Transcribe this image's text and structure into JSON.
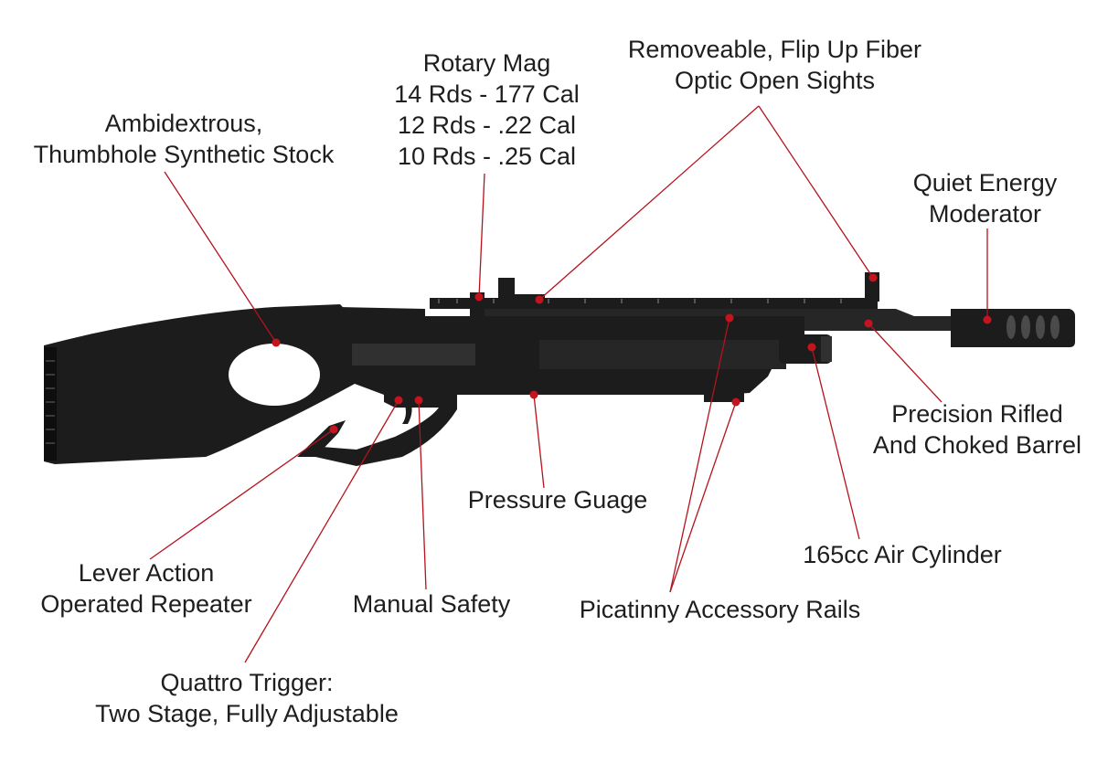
{
  "diagram": {
    "subject_icon": "air-rifle",
    "accent_color": "#c4141e",
    "labels": [
      {
        "id": "stock",
        "lines": [
          "Ambidextrous,",
          "Thumbhole Synthetic Stock"
        ]
      },
      {
        "id": "mag",
        "lines": [
          "Rotary Mag",
          "14 Rds - 177 Cal",
          "12 Rds - .22 Cal",
          "10 Rds - .25 Cal"
        ]
      },
      {
        "id": "sights",
        "lines": [
          "Removeable, Flip Up Fiber",
          "Optic Open Sights"
        ]
      },
      {
        "id": "moderator",
        "lines": [
          "Quiet Energy",
          "Moderator"
        ]
      },
      {
        "id": "barrel",
        "lines": [
          "Precision Rifled",
          "And Choked Barrel"
        ]
      },
      {
        "id": "gauge",
        "lines": [
          "Pressure Guage"
        ]
      },
      {
        "id": "cylinder",
        "lines": [
          "165cc Air Cylinder"
        ]
      },
      {
        "id": "lever",
        "lines": [
          "Lever Action",
          "Operated Repeater"
        ]
      },
      {
        "id": "safety",
        "lines": [
          "Manual Safety"
        ]
      },
      {
        "id": "rails",
        "lines": [
          "Picatinny Accessory Rails"
        ]
      },
      {
        "id": "trigger",
        "lines": [
          "Quattro Trigger:",
          "Two Stage, Fully Adjustable"
        ]
      }
    ]
  }
}
